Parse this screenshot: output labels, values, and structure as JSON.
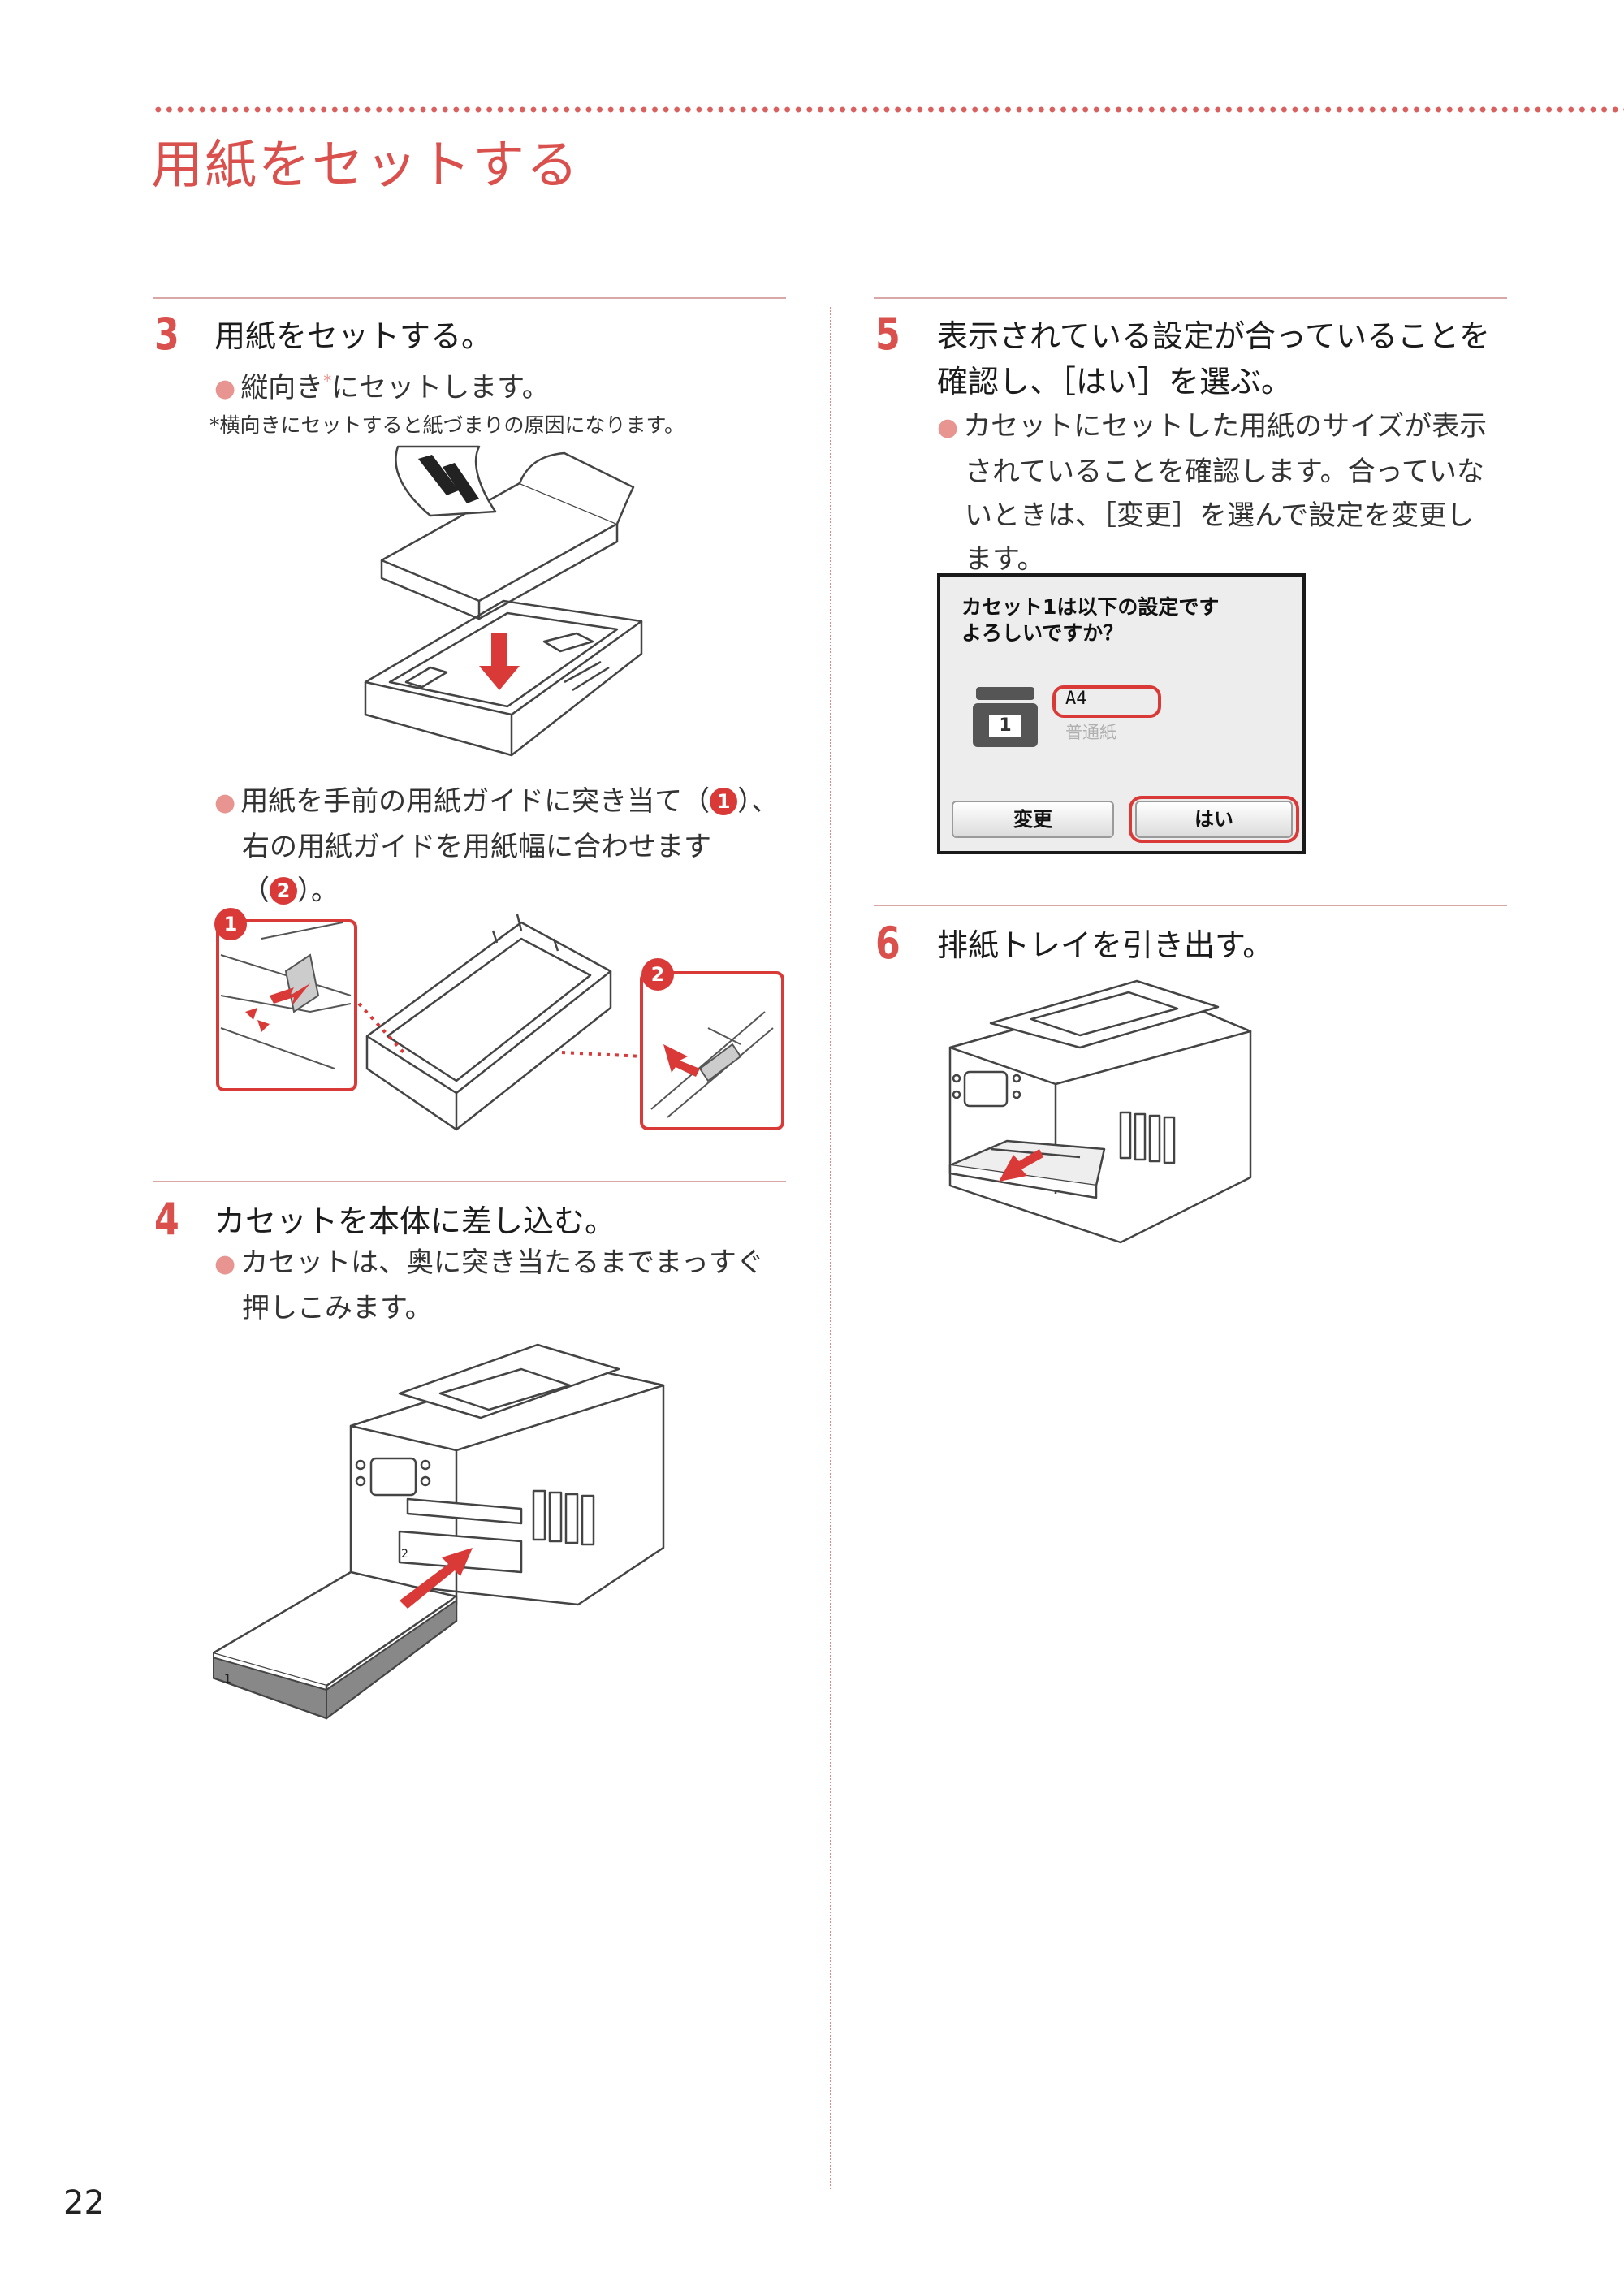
{
  "page": {
    "title": "用紙をセットする",
    "page_number": "22"
  },
  "steps": {
    "s3": {
      "num": "3",
      "title": "用紙をセットする。",
      "bullet1_text": "縦向き",
      "bullet1_mark": "*",
      "bullet1_rest": "にセットします。",
      "footnote": "*横向きにセットすると紙づまりの原因になります。",
      "bullet2_lines": [
        "用紙を手前の用紙ガイドに突き当て（",
        "右の用紙ガイドを用紙幅に合わせます",
        "（"
      ],
      "bullet2_tail": [
        "）、",
        "）。"
      ],
      "marker1": "1",
      "marker2": "2"
    },
    "s4": {
      "num": "4",
      "title": "カセットを本体に差し込む。",
      "bullet_lines": [
        "カセットは、奥に突き当たるまでまっすぐ",
        "押しこみます。"
      ],
      "cassette_label": "1",
      "slot_label": "2"
    },
    "s5": {
      "num": "5",
      "title_lines": [
        "表示されている設定が合っていることを",
        "確認し、［はい］を選ぶ。"
      ],
      "bullet_lines": [
        "カセットにセットした用紙のサイズが表示",
        "されていることを確認します。合っていな",
        "いときは、［変更］を選んで設定を変更し",
        "ます。"
      ]
    },
    "s6": {
      "num": "6",
      "title": "排紙トレイを引き出す。"
    }
  },
  "screen": {
    "line1": "カセット1は以下の設定です",
    "line2": "よろしいですか？",
    "cassette_no": "1",
    "size_value": "A4",
    "type_value": "普通紙",
    "change_button": "変更",
    "yes_button": "はい"
  },
  "colors": {
    "accent": "#d9504c",
    "bullet": "#e89591",
    "callout_red": "#d93a38"
  }
}
